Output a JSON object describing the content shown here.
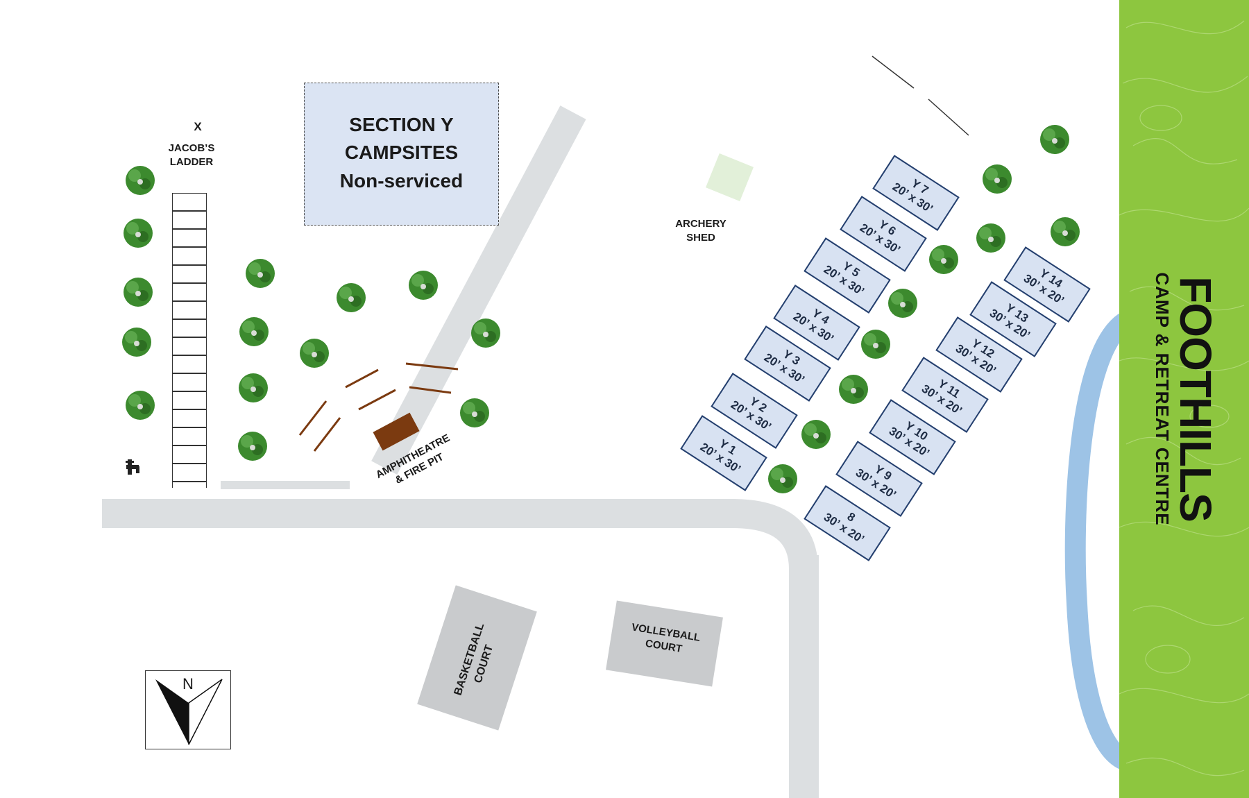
{
  "map_title": "FOOTHILLS",
  "map_subtitle": "CAMP & RETREAT CENTRE",
  "section": {
    "line1": "SECTION Y",
    "line2": "CAMPSITES",
    "line3": "Non-serviced"
  },
  "labels": {
    "x_marker": "X",
    "jacobs_ladder_1": "JACOB’S",
    "jacobs_ladder_2": "LADDER",
    "archery_1": "ARCHERY",
    "archery_2": "SHED",
    "amphi_1": "AMPHITHEATRE",
    "amphi_2": "& FIRE PIT",
    "basketball_1": "BASKETBALL",
    "basketball_2": "COURT",
    "volleyball_1": "VOLLEYBALL",
    "volleyball_2": "COURT",
    "north": "N"
  },
  "campsites": [
    {
      "name": "Y 1",
      "size": "20’ x 30’"
    },
    {
      "name": "Y 2",
      "size": "20’ x 30’"
    },
    {
      "name": "Y 3",
      "size": "20’ x 30’"
    },
    {
      "name": "Y 4",
      "size": "20’ x 30’"
    },
    {
      "name": "Y 5",
      "size": "20’ x 30’"
    },
    {
      "name": "Y 6",
      "size": "20’ x 30’"
    },
    {
      "name": "Y 7",
      "size": "20’ x 30’"
    },
    {
      "name": "8",
      "size": "30’ x 20’"
    },
    {
      "name": "Y 9",
      "size": "30’ x 20’"
    },
    {
      "name": "Y 10",
      "size": "30’ x 20’"
    },
    {
      "name": "Y 11",
      "size": "30’ x 20’"
    },
    {
      "name": "Y 12",
      "size": "30’ x 20’"
    },
    {
      "name": "Y 13",
      "size": "30’ x 20’"
    },
    {
      "name": "Y 14",
      "size": "30’ x 20’"
    }
  ],
  "icons": {
    "tree": "tree-icon",
    "water_tap": "water-tap-icon",
    "north_arrow": "north-arrow-icon"
  },
  "colors": {
    "road": "#dcdfe1",
    "section_box": "#dbe4f3",
    "campsite_fill": "#d8e2f2",
    "campsite_border": "#243f6e",
    "river": "#9dc3e6",
    "brand_green": "#8dc63f",
    "amphitheatre": "#7b3a10",
    "archery_shed": "#e2f0d9",
    "court": "#c9cbcd",
    "tree_green": "#3c8a2e"
  }
}
